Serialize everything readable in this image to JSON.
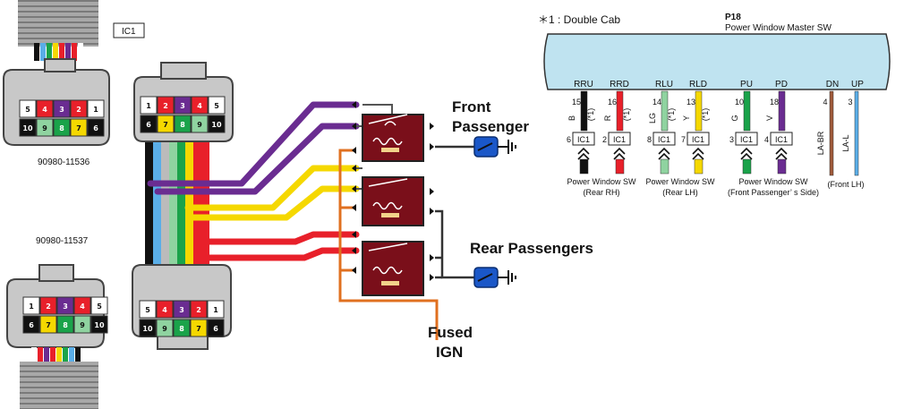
{
  "connector_labels": {
    "ic1": "IC1",
    "part_a": "90980-11536",
    "part_b": "90980-11537"
  },
  "pin_grid": {
    "top": [
      "1",
      "2",
      "3",
      "4",
      "5"
    ],
    "bottom": [
      "6",
      "7",
      "8",
      "9",
      "10"
    ]
  },
  "relay_labels": {
    "front_passenger": "Front Passenger",
    "front_line1": "Front",
    "front_line2": "Passenger",
    "rear_passengers": "Rear Passengers",
    "fused_line1": "Fused",
    "fused_line2": "IGN"
  },
  "schematic": {
    "note": "＊1 : Double Cab",
    "component_id": "P18",
    "component_name": "Power Window Master SW",
    "signals": [
      "RRU",
      "RRD",
      "RLU",
      "RLD",
      "PU",
      "PD",
      "DN",
      "UP"
    ],
    "pin_numbers": [
      "15",
      "16",
      "14",
      "13",
      "10",
      "18",
      "4",
      "3"
    ],
    "wire_colors": [
      "B",
      "R",
      "LG",
      "Y",
      "G",
      "V",
      "LA-BR",
      "LA-L"
    ],
    "star_notes": [
      "(*1)",
      "(*1)",
      "(*1)",
      "(*1)"
    ],
    "ic_pins": [
      "6",
      "2",
      "8",
      "7",
      "3",
      "4"
    ],
    "ic_label": "IC1",
    "destinations": [
      {
        "line1": "Power Window SW",
        "line2": "(Rear RH)"
      },
      {
        "line1": "Power Window SW",
        "line2": "(Rear LH)"
      },
      {
        "line1": "Power Window SW",
        "line2": "(Front Passenger’ s Side)"
      },
      {
        "line1": "",
        "line2": "(Front LH)"
      }
    ]
  },
  "colors": {
    "purple": "#6a2c91",
    "yellow": "#f5d800",
    "red": "#e8202a",
    "orange": "#e07020",
    "relay": "#7a0f1a",
    "motor_blue": "#1a57c8",
    "green": "#1aa34a",
    "light_green": "#8fd3a0",
    "light_blue": "#5aaee8",
    "brown": "#a05a3a"
  }
}
